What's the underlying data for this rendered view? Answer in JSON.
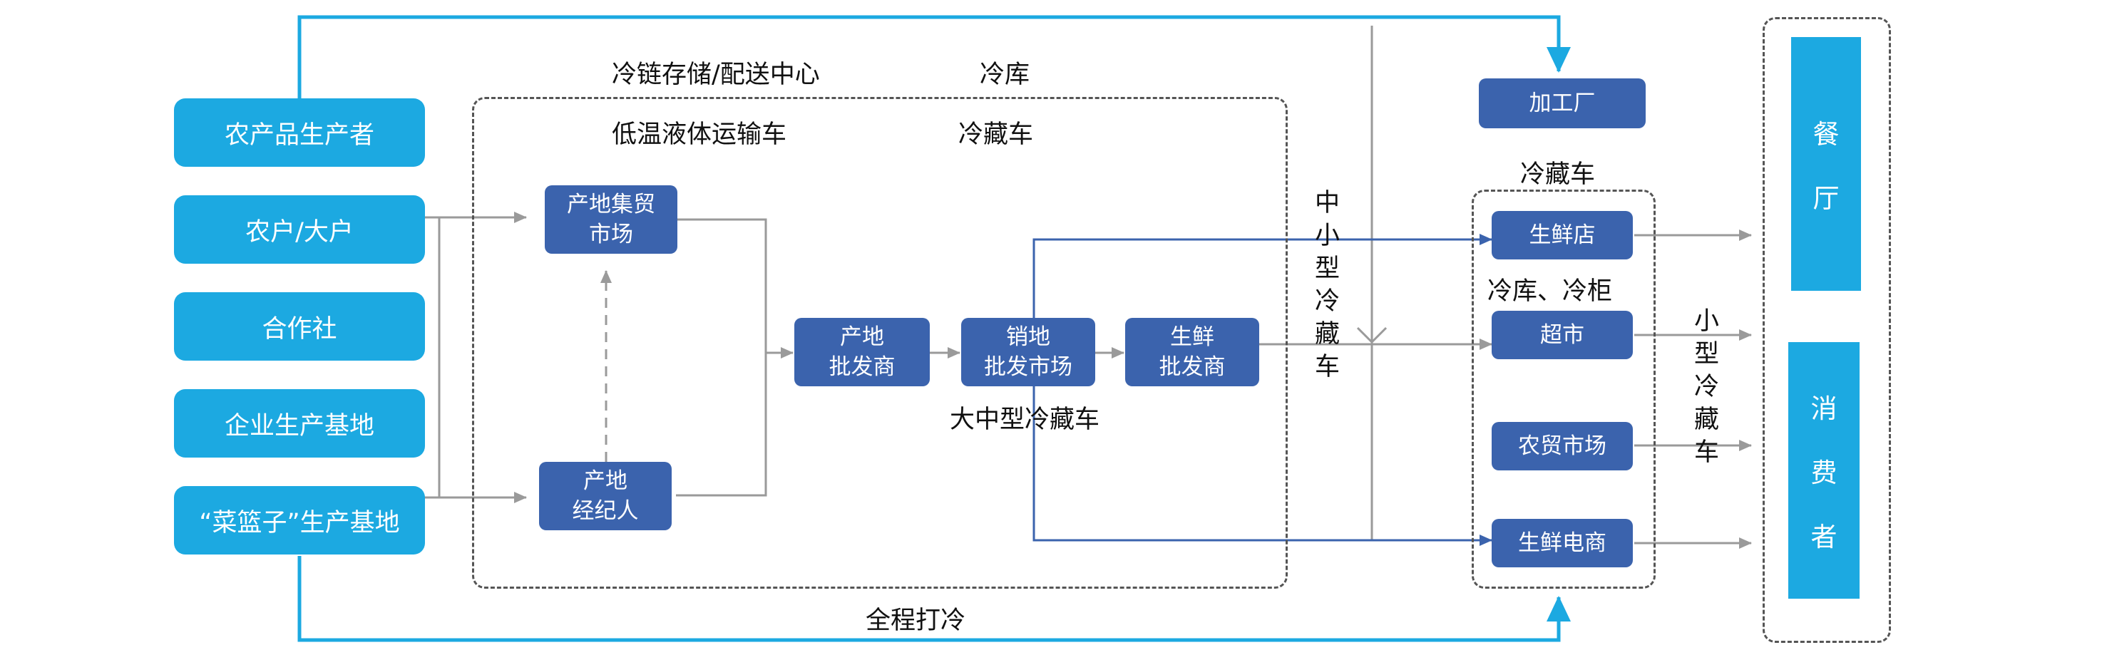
{
  "producers": [
    "农产品生产者",
    "农户/大户",
    "合作社",
    "企业生产基地",
    "“菜篮子”生产基地"
  ],
  "nodes": {
    "origin_market": "产地集贸\n市场",
    "origin_broker": "产地\n经纪人",
    "origin_wholesaler": "产地\n批发商",
    "dest_market": "销地\n批发市场",
    "fresh_wholesaler": "生鲜\n批发商",
    "processing_plant": "加工厂",
    "fresh_store": "生鲜店",
    "supermarket": "超市",
    "farmers_market": "农贸市场",
    "fresh_ecommerce": "生鲜电商"
  },
  "consumers": {
    "restaurant": [
      "餐",
      "厅"
    ],
    "consumer": [
      "消",
      "费",
      "者"
    ]
  },
  "labels": {
    "cold_chain_center": "冷链存储/配送中心",
    "cold_storage": "冷库",
    "low_temp_truck": "低温液体运输车",
    "reefer_truck_top": "冷藏车",
    "reefer_truck_right": "冷藏车",
    "large_reefer": "大中型冷藏车",
    "cold_storage_cabinet": "冷库、冷柜",
    "whole_process": "全程打冷",
    "mid_small_reefer": [
      "中",
      "小",
      "型",
      "冷",
      "藏",
      "车"
    ],
    "small_reefer": [
      "小",
      "型",
      "冷",
      "藏",
      "车"
    ]
  },
  "colors": {
    "producer_fill": "#1ca9e1",
    "node_fill": "#3b63ad",
    "gray_arrow": "#9a9a9a",
    "blue_arrow": "#1ca9e1",
    "dark_blue_arrow": "#3b63ad"
  }
}
